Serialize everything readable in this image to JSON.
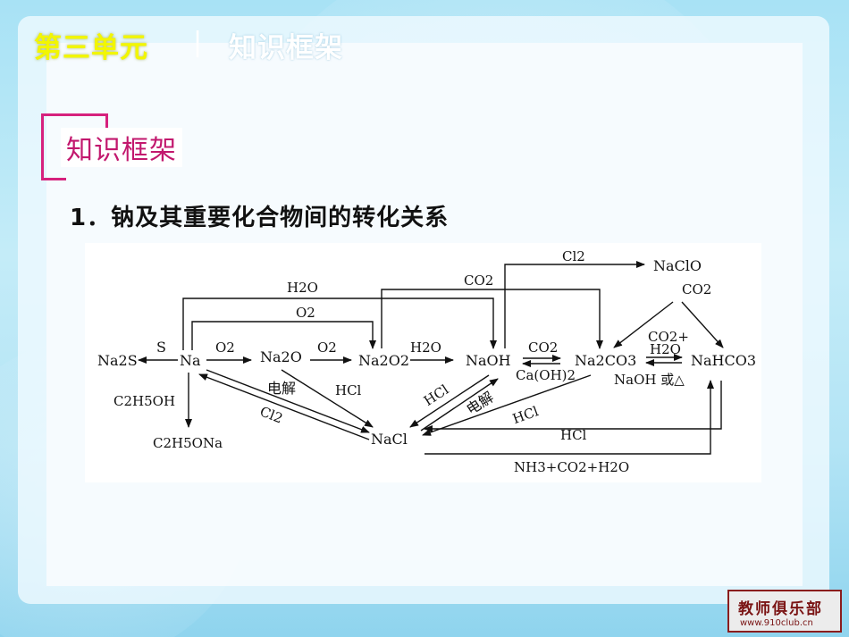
{
  "header": {
    "unit": "第三单元",
    "separator": "|",
    "section": "知识框架"
  },
  "framework_label": "知识框架",
  "heading": "1．钠及其重要化合物间的转化关系",
  "diagram": {
    "nodes": {
      "na2s": "Na2S",
      "na": "Na",
      "na2o": "Na2O",
      "na2o2": "Na2O2",
      "naoh": "NaOH",
      "na2co3": "Na2CO3",
      "nahco3": "NaHCO3",
      "naclo": "NaClO",
      "nacl": "NaCl",
      "c2h5oh": "C2H5OH",
      "c2h5ona": "C2H5ONa"
    },
    "labels": {
      "s": "S",
      "o2_a": "O2",
      "o2_b": "O2",
      "o2_top": "O2",
      "h2o_top": "H2O",
      "h2o_mid": "H2O",
      "co2_top": "CO2",
      "cl2_top": "Cl2",
      "co2_naclo": "CO2",
      "co2_mid": "CO2",
      "caoh2": "Ca(OH)2",
      "co2_h2o_plus": "CO2+",
      "h2o_rev": "H2O",
      "naoh_or_heat": "NaOH 或△",
      "electrolysis_1": "电解",
      "electrolysis_2": "电解",
      "hcl_1": "HCl",
      "hcl_2": "HCl",
      "hcl_3": "HCl",
      "hcl_4": "HCl",
      "cl2_low": "Cl2",
      "nh3_co2_h2o": "NH3+CO2+H2O"
    }
  },
  "logo": {
    "text": "教师俱乐部",
    "url": "www.910club.cn"
  },
  "colors": {
    "unit_title": "#f2f600",
    "framework_border": "#d6217d",
    "framework_text": "#c2186e"
  }
}
